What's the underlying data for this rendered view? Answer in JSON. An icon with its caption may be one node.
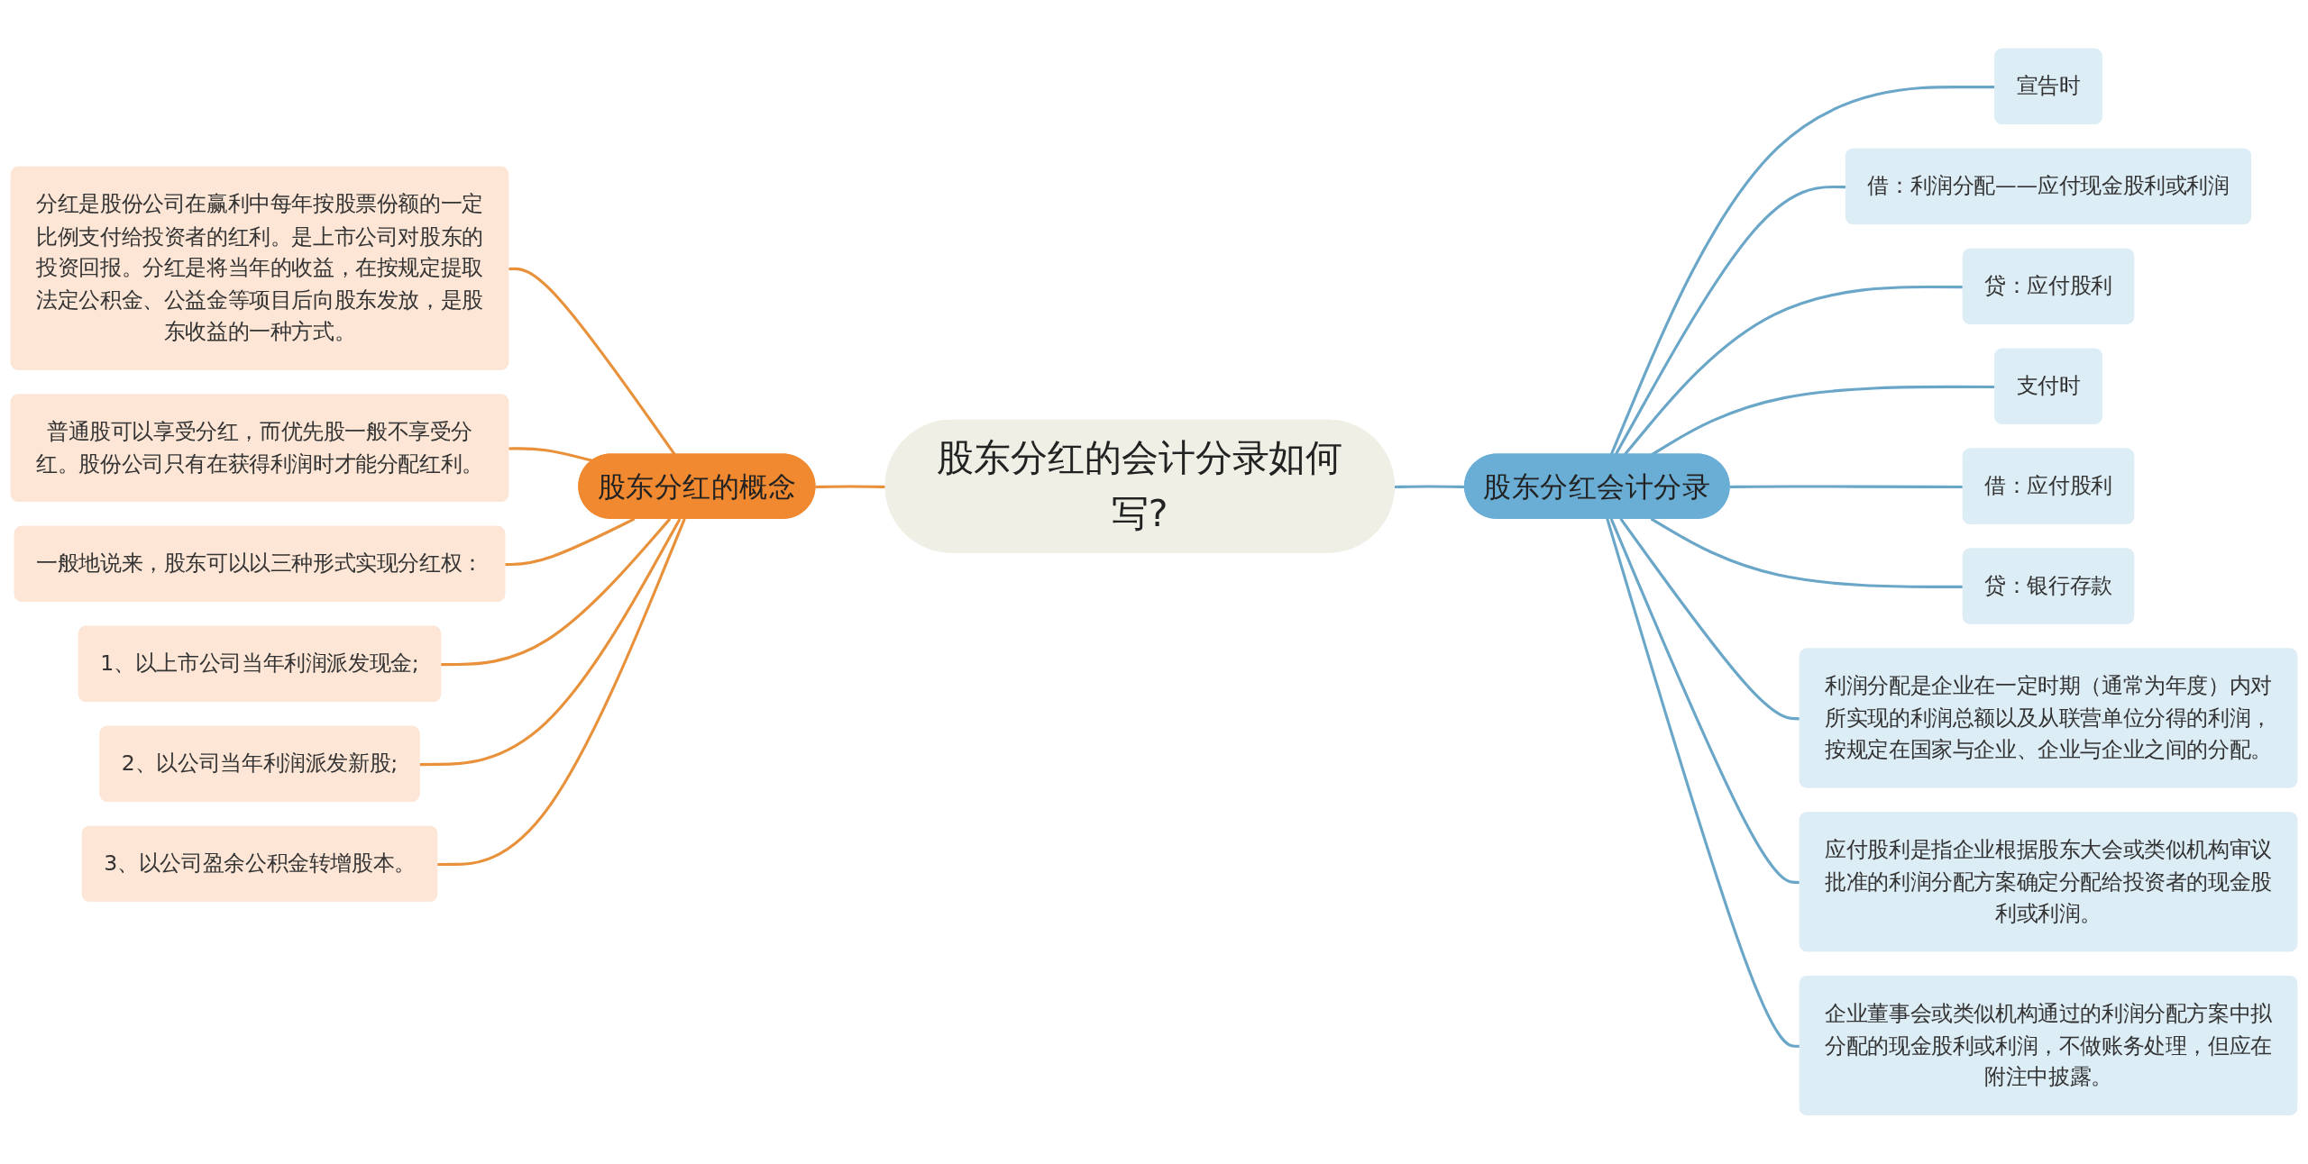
{
  "diagram": {
    "nodes": [
      {
        "text": [
          "股东分红的会计分录如何写?"
        ]
      },
      {
        "text": [
          "股东分红的概念"
        ]
      },
      {
        "text": [
          "分红是股份公司在赢利中每年按股票份额的一定比例支付给投资者的红利。是上市公司对股东的投资回报。分红是将当年的收益，在按规定提取法定公积金、公益金等项目后向股东发放，是股东收益的一种方式。"
        ]
      },
      {
        "text": [
          "普通股可以享受分红，而优先股一般不享受分红。股份公司只有在获得利润时才能分配红利。"
        ]
      },
      {
        "text": [
          "一般地说来，股东可以以三种形式实现分红权："
        ]
      },
      {
        "text": [
          "1、以上市公司当年利润派发现金;"
        ]
      },
      {
        "text": [
          "2、以公司当年利润派发新股;"
        ]
      },
      {
        "text": [
          "3、以公司盈余公积金转增股本。"
        ]
      },
      {
        "text": [
          "股东分红会计分录"
        ]
      },
      {
        "text": [
          "宣告时"
        ]
      },
      {
        "text": [
          "借：利润分配——应付现金股利或利润"
        ]
      },
      {
        "text": [
          "贷：应付股利"
        ]
      },
      {
        "text": [
          "支付时"
        ]
      },
      {
        "text": [
          "借：应付股利"
        ]
      },
      {
        "text": [
          "贷：银行存款"
        ]
      },
      {
        "text": [
          "利润分配是企业在一定时期（通常为年度）内对所实现的利润总额以及从联营单位分得的利润，按规定在国家与企业、企业与企业之间的分配。"
        ]
      },
      {
        "text": [
          "应付股利是指企业根据股东大会或类似机构审议批准的利润分配方案确定分配给投资者的现金股利或利润。"
        ]
      },
      {
        "text": [
          "企业董事会或类似机构通过的利润分配方案中拟分配的现金股利或利润，不做账务处理，但应在附注中披露。"
        ]
      }
    ],
    "edges": [
      {
        "from": 2,
        "to": 1,
        "arrow": "none",
        "color": "#e8913a"
      },
      {
        "from": 3,
        "to": 1,
        "arrow": "none",
        "color": "#e8913a"
      },
      {
        "from": 4,
        "to": 1,
        "arrow": "none",
        "color": "#e8913a"
      },
      {
        "from": 5,
        "to": 1,
        "arrow": "none",
        "color": "#e8913a"
      },
      {
        "from": 6,
        "to": 1,
        "arrow": "none",
        "color": "#e8913a"
      },
      {
        "from": 7,
        "to": 1,
        "arrow": "none",
        "color": "#e8913a"
      },
      {
        "from": 1,
        "to": 0,
        "arrow": "none",
        "color": "#e8913a"
      },
      {
        "from": 0,
        "to": 8,
        "arrow": "none"
      },
      {
        "from": 8,
        "to": 9,
        "arrow": "none"
      },
      {
        "from": 8,
        "to": 10,
        "arrow": "none"
      },
      {
        "from": 8,
        "to": 11,
        "arrow": "none"
      },
      {
        "from": 8,
        "to": 12,
        "arrow": "none"
      },
      {
        "from": 8,
        "to": 13,
        "arrow": "none"
      },
      {
        "from": 8,
        "to": 14,
        "arrow": "none"
      },
      {
        "from": 8,
        "to": 15,
        "arrow": "none"
      },
      {
        "from": 8,
        "to": 16,
        "arrow": "none"
      },
      {
        "from": 8,
        "to": 17,
        "arrow": "none"
      }
    ]
  }
}
